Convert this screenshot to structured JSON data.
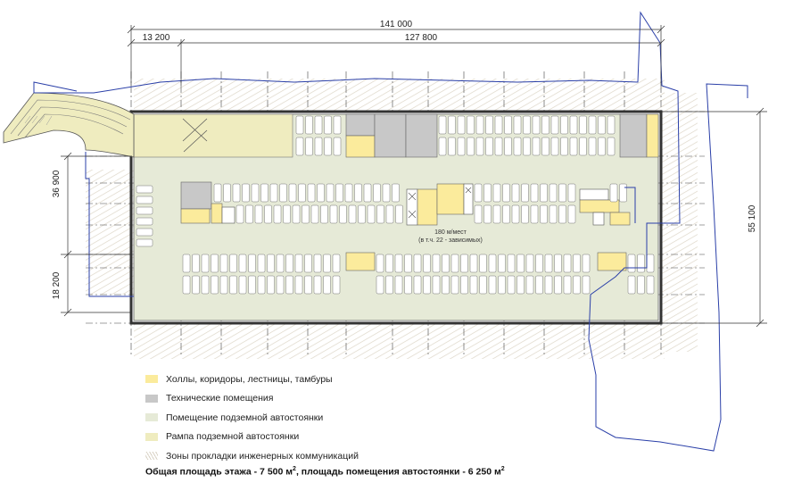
{
  "dimensions": {
    "total_width": "141 000",
    "left_segment": "13 200",
    "right_segment": "127 800",
    "left_upper": "36 900",
    "left_lower": "18 200",
    "right_height": "55 100"
  },
  "center_label": {
    "line1": "180 м/мест",
    "line2": "(в т.ч. 22 - зависимых)"
  },
  "colors": {
    "halls": "#fbeb9c",
    "technical": "#c8c8c8",
    "parking": "#e6ead7",
    "ramp": "#efecbf",
    "boundary": "#2a3fa8"
  },
  "legend": [
    {
      "label": "Холлы, коридоры, лестницы, тамбуры",
      "color": "#fbeb9c"
    },
    {
      "label": "Технические помещения",
      "color": "#c8c8c8"
    },
    {
      "label": "Помещение подземной автостоянки",
      "color": "#e6ead7"
    },
    {
      "label": "Рампа подземной автостоянки",
      "color": "#efecbf"
    },
    {
      "label": "Зоны прокладки инженерных коммуникаций",
      "color": "hatch"
    }
  ],
  "total": {
    "text": "Общая площадь этажа - 7 500 м",
    "sup1": "2",
    "mid": ", площадь помещения автостоянки - 6 250 м",
    "sup2": "2"
  }
}
